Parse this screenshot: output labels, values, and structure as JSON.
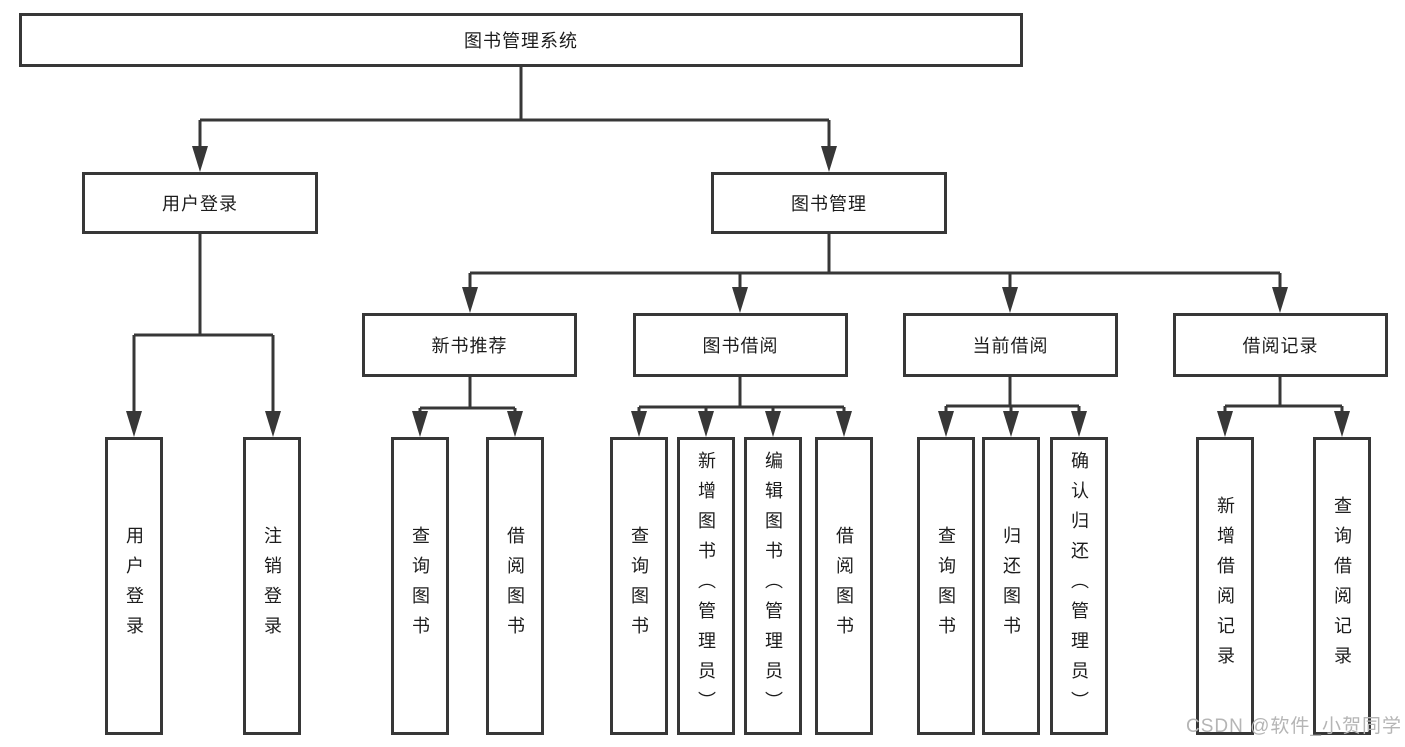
{
  "diagram": {
    "root": {
      "label": "图书管理系统"
    },
    "level1": [
      {
        "id": "user-login",
        "label": "用户登录",
        "leaves": [
          "用户登录",
          "注销登录"
        ]
      },
      {
        "id": "book-management",
        "label": "图书管理"
      }
    ],
    "level2": [
      {
        "id": "new-book-recommend",
        "label": "新书推荐",
        "leaves": [
          "查询图书",
          "借阅图书"
        ]
      },
      {
        "id": "book-borrow",
        "label": "图书借阅",
        "leaves": [
          "查询图书",
          "新增图书（管理员）",
          "编辑图书（管理员）",
          "借阅图书"
        ]
      },
      {
        "id": "current-borrow",
        "label": "当前借阅",
        "leaves": [
          "查询图书",
          "归还图书",
          "确认归还（管理员）"
        ]
      },
      {
        "id": "borrow-records",
        "label": "借阅记录",
        "leaves": [
          "新增借阅记录",
          "查询借阅记录"
        ]
      }
    ]
  },
  "watermark": "CSDN @软件_小贺同学",
  "colors": {
    "line": "#373737",
    "text": "#1c1c1c",
    "watermark": "#b5b5b5",
    "background": "#ffffff"
  }
}
